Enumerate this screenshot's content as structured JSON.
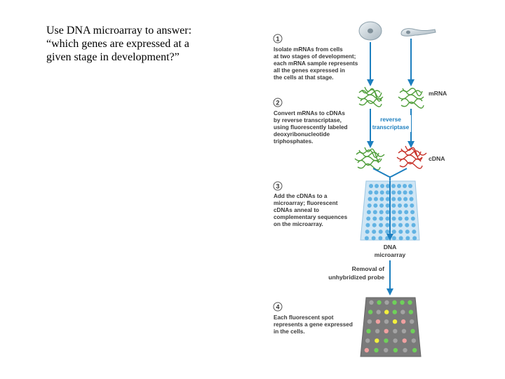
{
  "question": {
    "lines": [
      "Use DNA microarray to answer:",
      "“which genes are expressed at a",
      "given stage in development?”"
    ]
  },
  "steps": [
    {
      "number": "1",
      "lines": [
        "Isolate mRNAs from cells",
        "at two stages of development;",
        "each mRNA sample represents",
        "all the genes expressed in",
        "the cells at that stage."
      ]
    },
    {
      "number": "2",
      "lines": [
        "Convert mRNAs to cDNAs",
        "by reverse transcriptase,",
        "using fluorescently labeled",
        "deoxyribonucleotide",
        "triphosphates."
      ]
    },
    {
      "number": "3",
      "lines": [
        "Add the cDNAs to a",
        "microarray; fluorescent",
        "cDNAs anneal to",
        "complementary sequences",
        "on the microarray."
      ]
    },
    {
      "number": "4",
      "lines": [
        "Each fluorescent spot",
        "represents a gene expressed",
        "in the cells."
      ]
    }
  ],
  "labels": {
    "mrna": "mRNA",
    "cdna": "cDNA",
    "reverse_transcriptase": [
      "reverse",
      "transcriptase"
    ],
    "dna_microarray": [
      "DNA",
      "microarray"
    ],
    "removal": [
      "Removal of",
      "unhybridized probe"
    ]
  },
  "colors": {
    "arrow": "#1d7fbf",
    "strand_green": "#4f9e3a",
    "strand_red": "#c8322a",
    "microarray_bg": "#cfe6f5",
    "microarray_spot": "#62b3e3",
    "result_bg": "#7a7a7a",
    "result_spot_gray": "#a3a3a3",
    "result_spot_green": "#6fd05a",
    "result_spot_yellow": "#f2ef3c",
    "result_spot_red": "#f0a0a0"
  },
  "result_grid": {
    "rows": 6,
    "cols": 6,
    "cells": [
      [
        "gray",
        "green",
        "gray",
        "green",
        "green",
        "green"
      ],
      [
        "green",
        "gray",
        "yellow",
        "green",
        "gray",
        "green"
      ],
      [
        "gray",
        "red",
        "gray",
        "yellow",
        "red",
        "gray"
      ],
      [
        "green",
        "gray",
        "red",
        "gray",
        "gray",
        "green"
      ],
      [
        "gray",
        "yellow",
        "green",
        "gray",
        "red",
        "gray"
      ],
      [
        "red",
        "green",
        "gray",
        "green",
        "gray",
        "green"
      ]
    ]
  }
}
